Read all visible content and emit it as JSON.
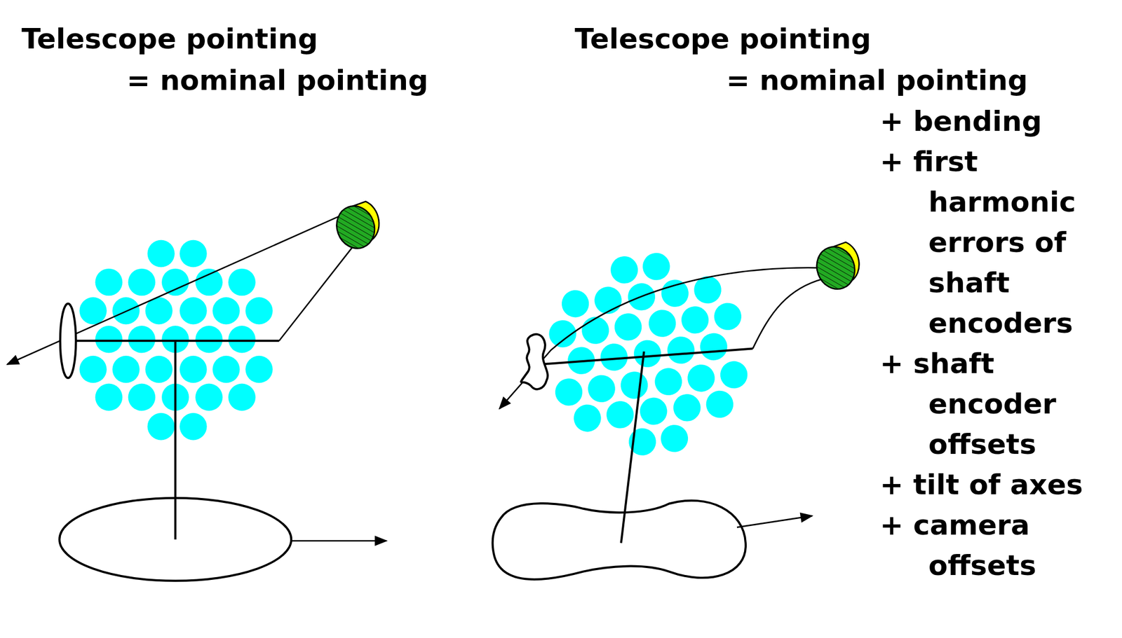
{
  "diagram": {
    "labels": [
      "Telescope pointing",
      "= nominal pointing",
      "Telescope pointing",
      "= nominal pointing",
      "+ bending",
      "+ first harmonic errors of shaft encoders",
      "+ shaft encoder offsets",
      "+ tilt of axes",
      "+ camera offsets"
    ]
  }
}
